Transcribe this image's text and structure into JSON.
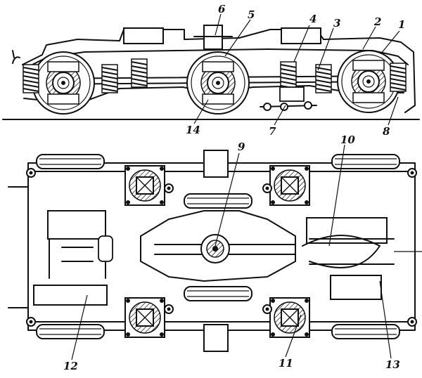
{
  "views": {
    "side": {
      "name": "side-elevation"
    },
    "plan": {
      "name": "plan-view"
    }
  },
  "callouts": {
    "c1": "1",
    "c2": "2",
    "c3": "3",
    "c4": "4",
    "c5": "5",
    "c6": "6",
    "c7": "7",
    "c8": "8",
    "c9": "9",
    "c10": "10",
    "c11": "11",
    "c12": "12",
    "c13": "13",
    "c14": "14"
  }
}
